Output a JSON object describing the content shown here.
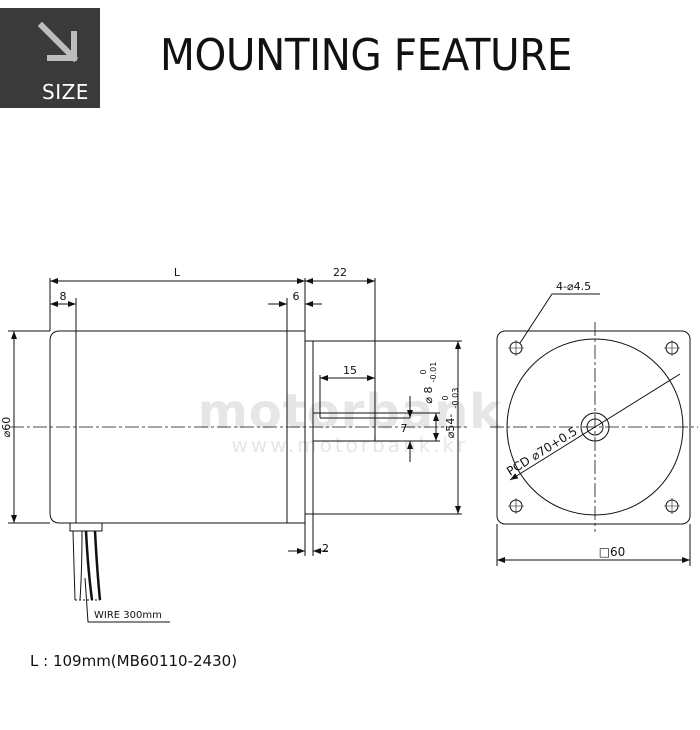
{
  "header": {
    "badge_label": "SIZE",
    "badge_icon": "arrow-down-right-icon",
    "title": "MOUNTING FEATURE"
  },
  "drawing": {
    "side_view": {
      "dim_length": "L",
      "dim_shaft_length": "22",
      "dim_front_flange": "8",
      "dim_rear_cap": "6",
      "dim_key_length": "15",
      "dim_shaft_dia": "⌀ 8",
      "dim_shaft_tol_upper": "0",
      "dim_shaft_tol_lower": "-0.01",
      "dim_pilot_dia": "⌀54-",
      "dim_pilot_tol_upper": "0",
      "dim_pilot_tol_lower": "-0.03",
      "dim_key_height": "7",
      "dim_body_dia": "⌀60",
      "dim_pilot_height": "2",
      "wire_label": "WIRE 300mm"
    },
    "front_view": {
      "hole_label": "4-⌀4.5",
      "pcd_label": "PCD ⌀70+0.5",
      "square_label": "□60"
    },
    "watermark": {
      "brand": "motorbank",
      "url": "www.motorbank.kr"
    }
  },
  "footer": {
    "note": "L : 109mm(MB60110-2430)"
  }
}
